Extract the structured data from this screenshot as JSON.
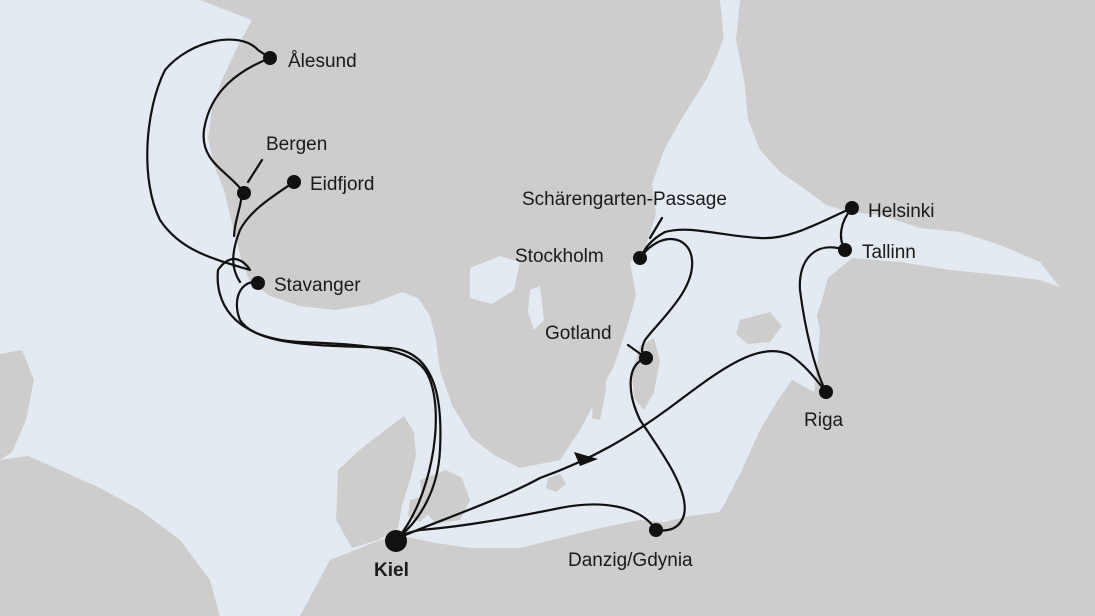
{
  "colors": {
    "sea": "#e3eaf1",
    "land": "#cdcdcd",
    "route": "#111111",
    "label": "#1a1a1a"
  },
  "ports": {
    "alesund": "Ålesund",
    "bergen": "Bergen",
    "eidfjord": "Eidfjord",
    "stavanger": "Stavanger",
    "kiel": "Kiel",
    "danzig": "Danzig/Gdynia",
    "gotland": "Gotland",
    "stockholm": "Stockholm",
    "schaeren": "Schärengarten-Passage",
    "helsinki": "Helsinki",
    "tallinn": "Tallinn",
    "riga": "Riga"
  }
}
